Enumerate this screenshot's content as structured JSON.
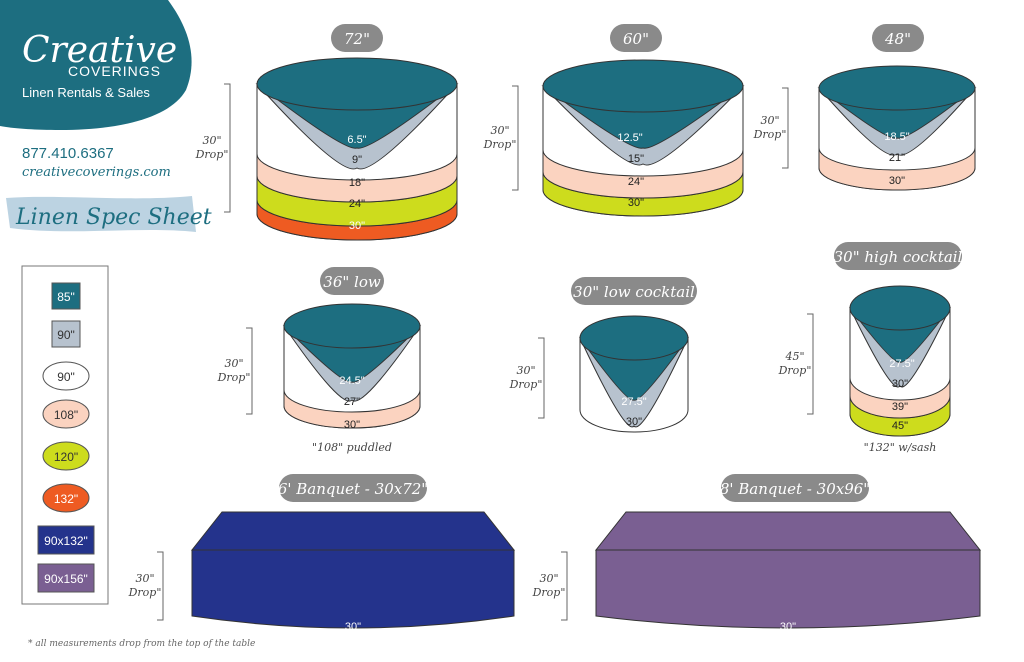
{
  "brand": {
    "logo_script": "Creative",
    "logo_caps": "COVERINGS",
    "tagline": "Linen Rentals & Sales",
    "phone": "877.410.6367",
    "website": "creativecoverings.com",
    "sheet_title": "Linen Spec Sheet"
  },
  "colors": {
    "teal": "#1d6e80",
    "gray_blue": "#b7c2ce",
    "white": "#ffffff",
    "peach": "#fbd3c0",
    "lime": "#cddc1d",
    "orange": "#ee5b22",
    "royal": "#24338c",
    "purple": "#7a5f92",
    "label_gray": "#8a8a8a"
  },
  "legend": [
    {
      "label": "85\"",
      "color": "#1d6e80",
      "shape": "square"
    },
    {
      "label": "90\"",
      "color": "#b7c2ce",
      "shape": "square"
    },
    {
      "label": "90\"",
      "color": "#ffffff",
      "shape": "ellipse"
    },
    {
      "label": "108\"",
      "color": "#fbd3c0",
      "shape": "ellipse"
    },
    {
      "label": "120\"",
      "color": "#cddc1d",
      "shape": "ellipse"
    },
    {
      "label": "132\"",
      "color": "#ee5b22",
      "shape": "ellipse"
    },
    {
      "label": "90x132\"",
      "color": "#24338c",
      "shape": "rect"
    },
    {
      "label": "90x156\"",
      "color": "#7a5f92",
      "shape": "rect"
    }
  ],
  "tables": {
    "t72": {
      "title": "72\"",
      "drop": "30\"",
      "drop2": "Drop\"",
      "labels": [
        "6.5\"",
        "9\"",
        "18\"",
        "24\"",
        "30\""
      ]
    },
    "t60": {
      "title": "60\"",
      "drop": "30\"",
      "drop2": "Drop\"",
      "labels": [
        "12.5\"",
        "15\"",
        "24\"",
        "30\""
      ]
    },
    "t48": {
      "title": "48\"",
      "drop": "30\"",
      "drop2": "Drop\"",
      "labels": [
        "18.5\"",
        "21\"",
        "30\""
      ]
    },
    "t36": {
      "title": "36\" low",
      "drop": "30\"",
      "drop2": "Drop\"",
      "labels": [
        "24.5\"",
        "27\"",
        "30\""
      ],
      "note": "\"108\" puddled"
    },
    "t30low": {
      "title": "30\" low cocktail",
      "drop": "30\"",
      "drop2": "Drop\"",
      "labels": [
        "27.5\"",
        "30\""
      ]
    },
    "t30high": {
      "title": "30\" high cocktail",
      "drop": "45\"",
      "drop2": "Drop\"",
      "labels": [
        "27.5\"",
        "30\"",
        "39\"",
        "45\""
      ],
      "note": "\"132\" w/sash"
    },
    "b6": {
      "title": "6' Banquet - 30x72\"",
      "drop": "30\"",
      "drop2": "Drop\"",
      "labels": [
        "30\""
      ]
    },
    "b8": {
      "title": "8' Banquet - 30x96\"",
      "drop": "30\"",
      "drop2": "Drop\"",
      "labels": [
        "30\""
      ]
    }
  },
  "footnote": "* all measurements drop from the top of the table"
}
